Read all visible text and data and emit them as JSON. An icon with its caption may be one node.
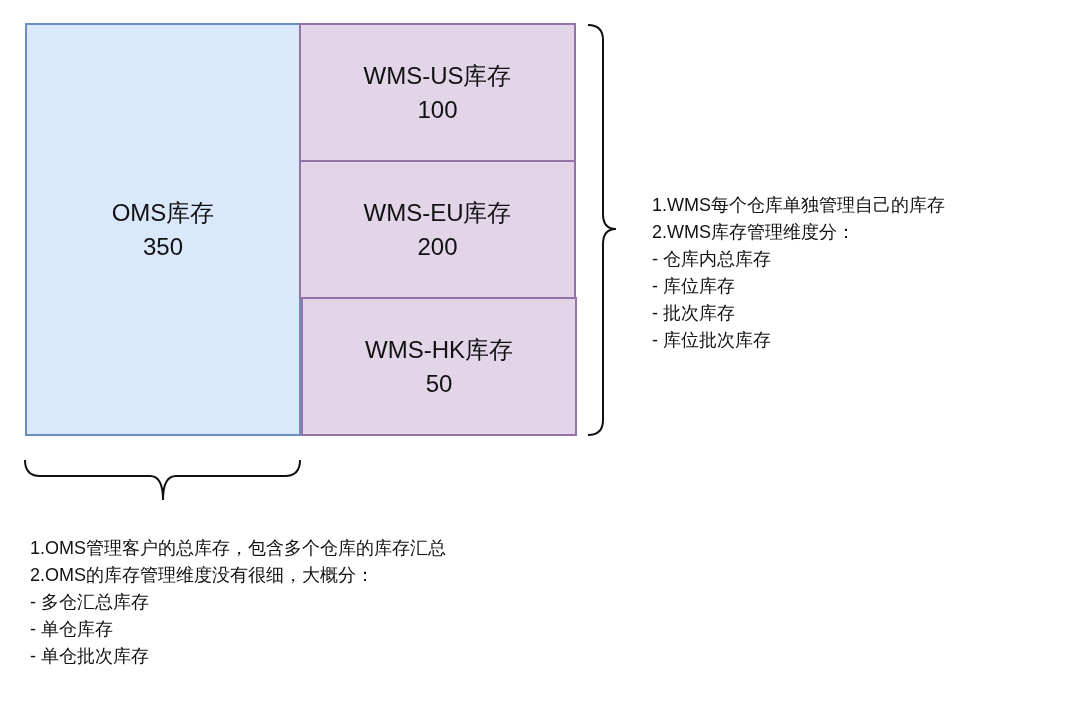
{
  "diagram": {
    "nodes": [
      {
        "text": [
          "OMS库存",
          "350"
        ]
      },
      {
        "text": [
          "WMS-US库存",
          "100"
        ]
      },
      {
        "text": [
          "WMS-EU库存",
          "200"
        ]
      },
      {
        "text": [
          "WMS-HK库存",
          "50"
        ]
      }
    ],
    "labels": [
      "1.WMS每个仓库单独管理自己的库存",
      "2.WMS库存管理维度分：",
      "- 仓库内总库存",
      "- 库位库存",
      "- 批次库存",
      "- 库位批次库存",
      "1.OMS管理客户的总库存，包含多个仓库的库存汇总",
      "2.OMS的库存管理维度没有很细，大概分：",
      "- 多仓汇总库存",
      "- 单仓库存",
      "- 单仓批次库存"
    ]
  }
}
